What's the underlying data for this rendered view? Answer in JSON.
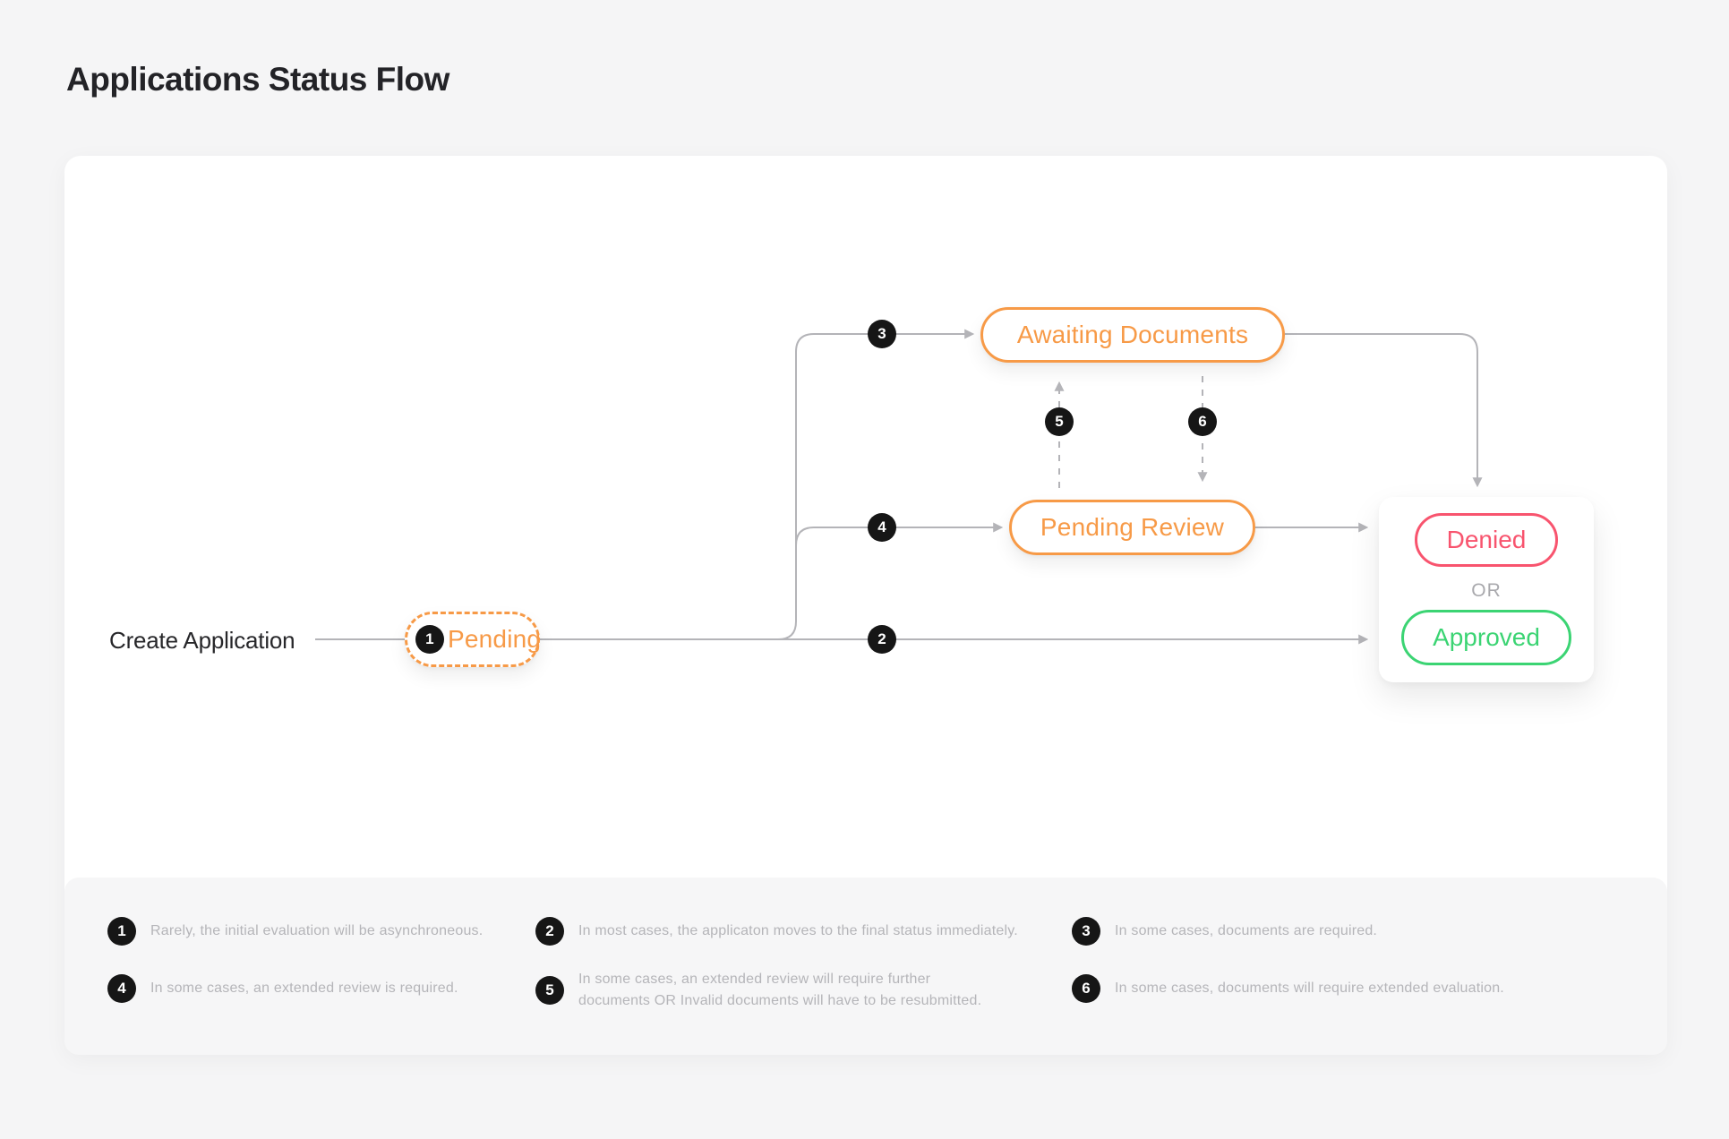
{
  "page": {
    "title": "Applications Status Flow"
  },
  "colors": {
    "accent_orange": "#F79A47",
    "denied_red": "#F8546E",
    "approved_green": "#3BD473",
    "connector_gray": "#B4B4B8",
    "badge_black": "#161616",
    "text_dark": "#27272A",
    "legend_gray": "#B5B5B9",
    "page_background": "#F5F5F6",
    "card_background": "#FFFFFF",
    "legend_panel_background": "#F6F6F7"
  },
  "flow": {
    "start_label": "Create Application",
    "nodes": {
      "pending": {
        "badge": "1",
        "label": "Pending"
      },
      "awaiting_documents": {
        "label": "Awaiting Documents"
      },
      "pending_review": {
        "label": "Pending Review"
      }
    },
    "edge_badges": {
      "to_final": "2",
      "to_awaiting": "3",
      "to_review": "4",
      "review_to_awaiting": "5",
      "awaiting_to_review": "6"
    },
    "final": {
      "denied_label": "Denied",
      "or_label": "OR",
      "approved_label": "Approved"
    }
  },
  "legend": {
    "items": [
      {
        "badge": "1",
        "text": "Rarely, the initial evaluation will be asynchroneous."
      },
      {
        "badge": "2",
        "text": "In most cases, the applicaton moves to the final status immediately."
      },
      {
        "badge": "3",
        "text": "In some cases, documents are required."
      },
      {
        "badge": "4",
        "text": "In some cases, an extended review is required."
      },
      {
        "badge": "5",
        "text": "In some cases, an extended review will require further documents OR  Invalid documents will have to be resubmitted."
      },
      {
        "badge": "6",
        "text": "In some cases, documents will require extended evaluation."
      }
    ]
  }
}
